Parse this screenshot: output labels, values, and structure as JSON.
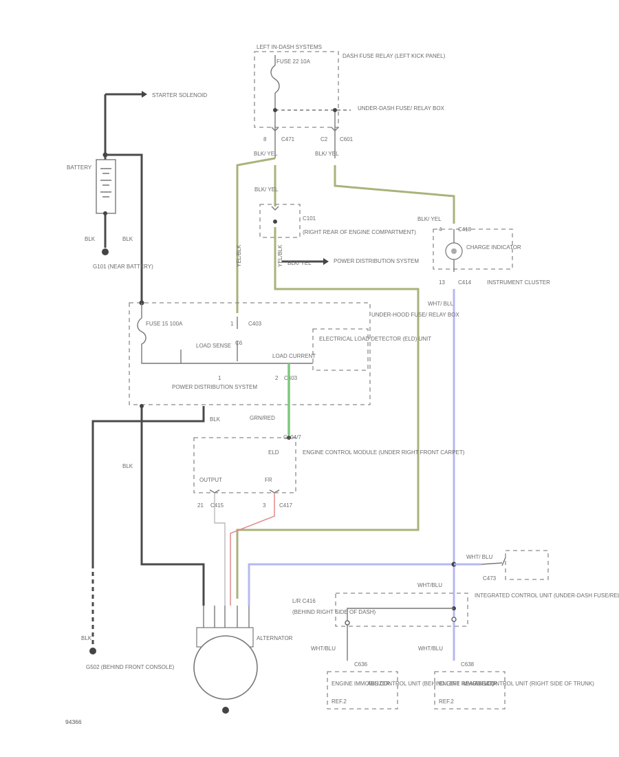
{
  "labels": {
    "fuse_box_top": "LEFT IN-DASH SYSTEMS",
    "fuse_22": "FUSE 22 10A",
    "dash_fuse_box": "DASH FUSE RELAY (LEFT KICK PANEL)",
    "underdash_relay_box": "UNDER-DASH FUSE/ RELAY BOX",
    "c471": "C471",
    "c601": "C601",
    "pin_8": "8",
    "pin_c2": "C2",
    "blk_yel_1": "BLK/ YEL",
    "blk_yel_2": "BLK/ YEL",
    "blk_yel_3": "BLK/ YEL",
    "blk_yel_4": "BLK/ YEL",
    "blk_yel_5": "BLK/ YEL",
    "starter_solenoid": "STARTER SOLENOID",
    "battery": "BATTERY",
    "blk_1": "BLK",
    "blk_2": "BLK",
    "g101": "G101 (NEAR BATTERY)",
    "c101": "C101",
    "c101_location": "(RIGHT REAR OF ENGINE COMPARTMENT)",
    "yel_blk_1": "YEL/BLK",
    "yel_blk_2": "YEL/BLK",
    "power_dist_system_1": "POWER DISTRIBUTION SYSTEM",
    "c418": "C418",
    "charge_indicator": "CHARGE INDICATOR",
    "c414": "C414",
    "instrument_cluster": "INSTRUMENT CLUSTER",
    "wht_blu": "WHT/ BLU",
    "pin_13": "13",
    "pin_4": "4",
    "c403": "C403",
    "fuse_15": "FUSE 15 100A",
    "underhood_box": "UNDER-HOOD FUSE/ RELAY BOX",
    "c6": "C6",
    "load_sense": "LOAD SENSE",
    "eld_unit": "ELECTRICAL LOAD DETECTOR (ELD) UNIT",
    "load_current": "LOAD CURRENT",
    "c403_b": "C403",
    "pin_1": "1",
    "pin_2": "2",
    "power_dist_system_2": "POWER DISTRIBUTION SYSTEM",
    "blk_3": "BLK",
    "grn_red": "GRN/RED",
    "c104_ecm": "C104/7",
    "eld": "ELD",
    "ecm": "ENGINE CONTROL MODULE (UNDER RIGHT FRONT CARPET)",
    "output": "OUTPUT",
    "fr": "FR",
    "c415": "C415",
    "c417": "C417",
    "pin_21": "21",
    "pin_3": "3",
    "blk_4": "BLK",
    "blk_5": "BLK",
    "g502": "G502 (BEHIND FRONT CONSOLE)",
    "alternator": "ALTERNATOR",
    "wht_blu_2": "WHT/ BLU",
    "c473": "C473",
    "wht_blu_3": "WHT/BLU",
    "lr_c416": "L/R C416",
    "lr_location": "(BEHIND RIGHT SIDE OF DASH)",
    "wht_blu_4": "WHT/BLU",
    "wht_blu_5": "WHT/BLU",
    "integrated_unit": "INTEGRATED CONTROL UNIT (UNDER-DASH FUSE/RELAY BOX)",
    "c636": "C636",
    "c638": "C638",
    "ecm_immob_1": "ENGINE IMMOBILIZER",
    "ecm_immob_2": "ENGINE IMMOBILIZER",
    "abs_control_1": "ABS CONTROL UNIT (BEHIND LEFT REAR SEAT)",
    "abs_control_2": "ABS CONTROL UNIT (RIGHT SIDE OF TRUNK)",
    "f_1": "REF.2",
    "f_2": "REF.2",
    "ref_id": "94366"
  },
  "colors": {
    "black_wire": "#4a4a4a",
    "yellow_green_wire": "#aab27a",
    "green_wire": "#7fc77f",
    "blue_wire": "#b4b8f2",
    "red_wire": "#e28080",
    "white_wire": "#b9b9b9"
  }
}
